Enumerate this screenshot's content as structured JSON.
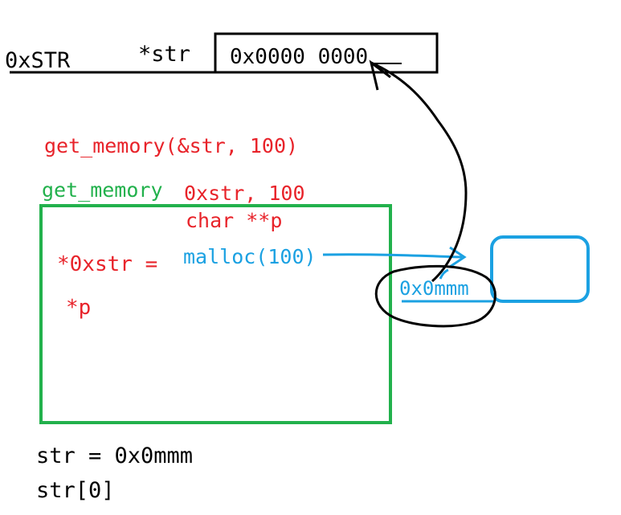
{
  "colors": {
    "black": "#000000",
    "red": "#e8232a",
    "green": "#22b14c",
    "blue": "#1ba1e2"
  },
  "top": {
    "address_label": "0xSTR",
    "var_label": "*str",
    "cell_value": "0x0000 0000"
  },
  "call": {
    "expression": "get_memory(&str, 100)"
  },
  "frame": {
    "function_name": "get_memory",
    "args": "0xstr, 100",
    "param": "char **p",
    "deref_lhs": "*0xstr =",
    "deref_p": "*p",
    "malloc_call": "malloc(100)",
    "returned_address": "0x0mmm"
  },
  "bottom": {
    "line1": "str = 0x0mmm",
    "line2": "str[0]"
  }
}
